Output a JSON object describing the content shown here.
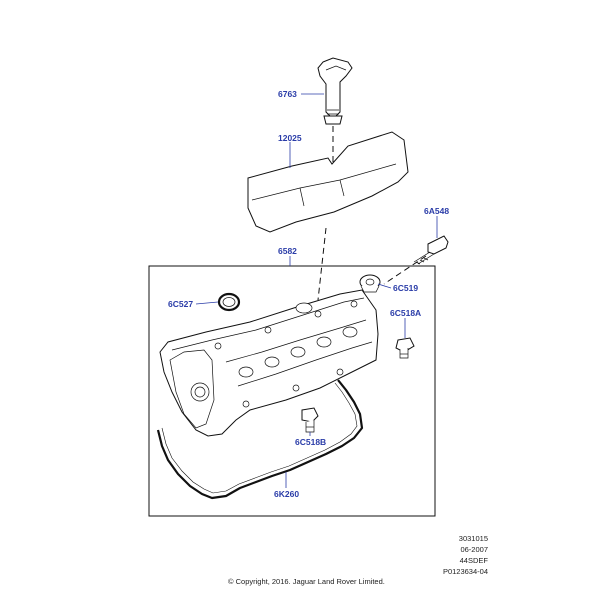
{
  "callouts": [
    {
      "id": "6763"
    },
    {
      "id": "12025"
    },
    {
      "id": "6A548"
    },
    {
      "id": "6582"
    },
    {
      "id": "6C519"
    },
    {
      "id": "6C527"
    },
    {
      "id": "6C518A"
    },
    {
      "id": "6C518B"
    },
    {
      "id": "6K260"
    }
  ],
  "drawing_meta": {
    "line1": "3031015",
    "line2": "06-2007",
    "line3": "44SDEF",
    "line4": "P0123634-04"
  },
  "copyright": "© Copyright, 2016. Jaguar Land Rover Limited.",
  "colors": {
    "callout": "#2a3ca8",
    "linework": "#111111"
  }
}
